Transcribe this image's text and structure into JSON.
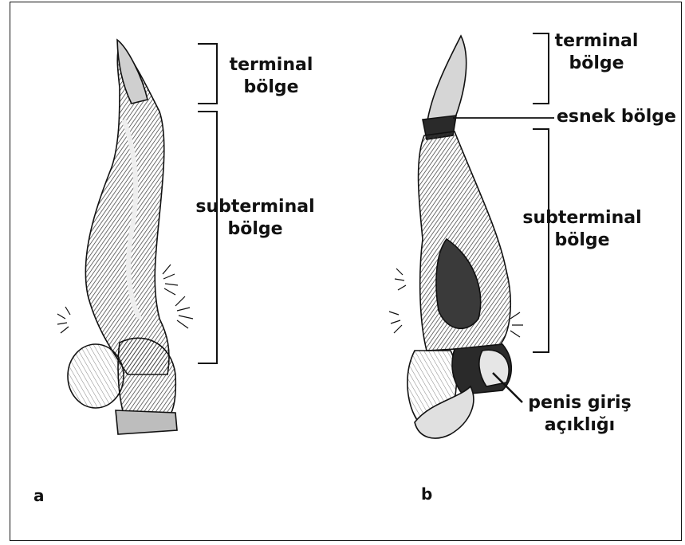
{
  "panel_a": {
    "letter": "a",
    "terminal": {
      "line1": "terminal",
      "line2": "bölge"
    },
    "subterminal": {
      "line1": "subterminal",
      "line2": "bölge"
    }
  },
  "panel_b": {
    "letter": "b",
    "terminal": {
      "line1": "terminal",
      "line2": "bölge"
    },
    "flexible": "esnek bölge",
    "subterminal": {
      "line1": "subterminal",
      "line2": "bölge"
    },
    "opening": {
      "line1": "penis giriş",
      "line2": "açıklığı"
    }
  },
  "colors": {
    "ink": "#111111",
    "shade": "#555555",
    "light": "#d8d8d8",
    "paper": "#ffffff"
  }
}
